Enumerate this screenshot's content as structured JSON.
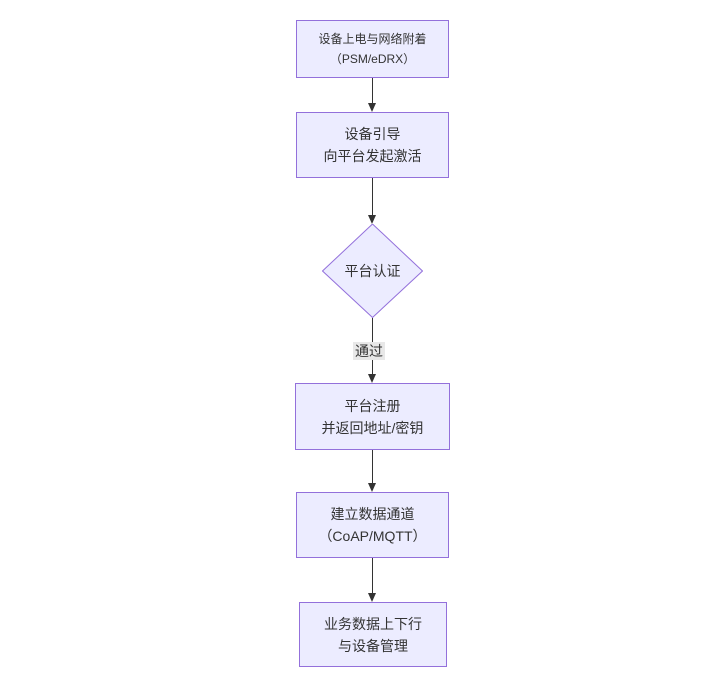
{
  "diagram": {
    "type": "flowchart",
    "direction": "top-down",
    "colors": {
      "canvas_bg": "#ffffff",
      "node_fill": "#ECECFF",
      "node_border": "#9370DB",
      "edge_color": "#333333",
      "label_bg": "#e8e8e8",
      "text_color": "#333333"
    },
    "nodes": [
      {
        "id": "power-attach",
        "shape": "rect",
        "line1": "设备上电与网络附着",
        "line2": "（PSM/eDRX）"
      },
      {
        "id": "bootstrap",
        "shape": "rect",
        "line1": "设备引导",
        "line2": "向平台发起激活"
      },
      {
        "id": "platform-auth",
        "shape": "diamond",
        "line1": "平台认证"
      },
      {
        "id": "platform-register",
        "shape": "rect",
        "line1": "平台注册",
        "line2": "并返回地址/密钥"
      },
      {
        "id": "data-channel",
        "shape": "rect",
        "line1": "建立数据通道",
        "line2": "（CoAP/MQTT）"
      },
      {
        "id": "business-mgmt",
        "shape": "rect",
        "line1": "业务数据上下行",
        "line2": "与设备管理"
      }
    ],
    "edges": [
      {
        "from": "power-attach",
        "to": "bootstrap",
        "label": ""
      },
      {
        "from": "bootstrap",
        "to": "platform-auth",
        "label": ""
      },
      {
        "from": "platform-auth",
        "to": "platform-register",
        "label": "通过"
      },
      {
        "from": "platform-register",
        "to": "data-channel",
        "label": ""
      },
      {
        "from": "data-channel",
        "to": "business-mgmt",
        "label": ""
      }
    ]
  }
}
